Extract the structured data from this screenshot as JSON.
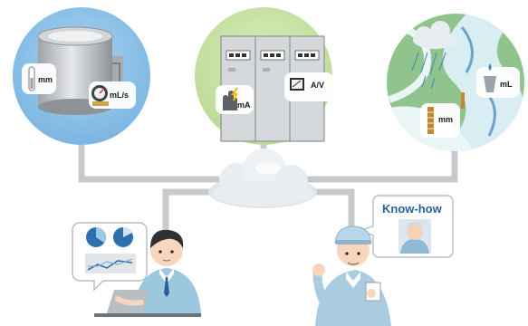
{
  "colors": {
    "sky_blue": "#8fc3e8",
    "leaf_green": "#c9e3a6",
    "river_teal": "#7fc0c2",
    "connector": "#c7c9cc",
    "knowhow_blue": "#2a5f9e"
  },
  "circles": [
    {
      "name": "tank-circle",
      "labels": {
        "level_unit": "mm",
        "flow_unit": "mL/s"
      }
    },
    {
      "name": "electrical-panel-circle",
      "labels": {
        "current_unit": "mA",
        "meter_unit": "A/V"
      }
    },
    {
      "name": "river-circle",
      "labels": {
        "rain_unit": "mm",
        "volume_unit": "mL"
      }
    }
  ],
  "callout": {
    "title": "Know-how"
  },
  "icons": [
    "cloud-network-icon",
    "pie-chart-icon",
    "line-chart-icon",
    "laptop-icon",
    "thermometer-icon",
    "pressure-gauge-icon",
    "hand-icon",
    "voltmeter-icon",
    "rain-cloud-icon",
    "rain-gauge-icon",
    "water-sampler-icon"
  ]
}
